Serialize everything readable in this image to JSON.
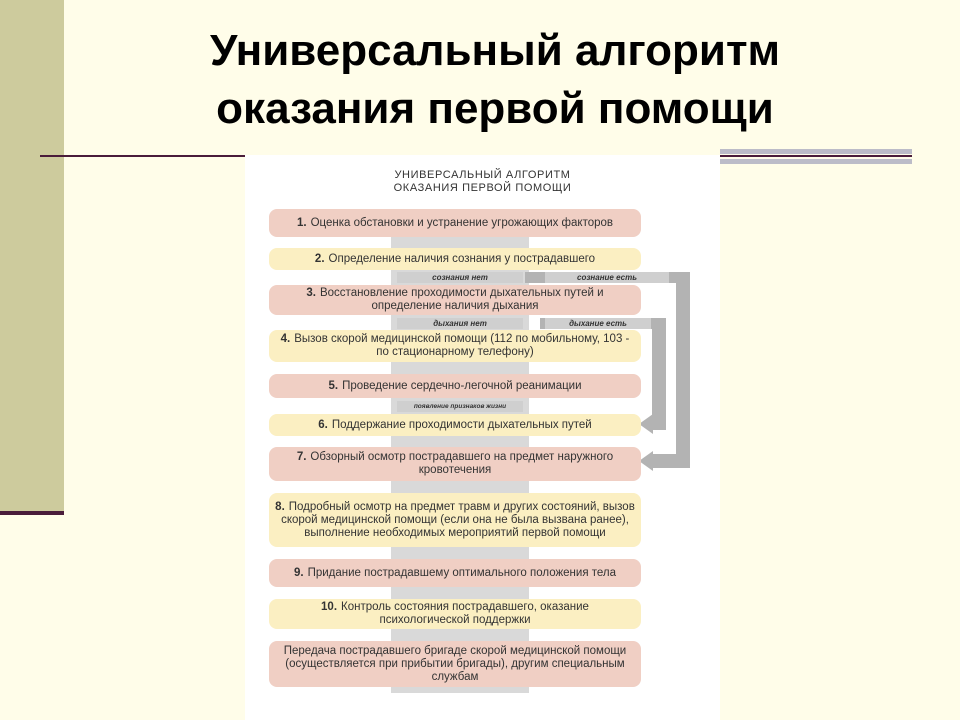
{
  "slide_title": {
    "line1": "Универсальный алгоритм",
    "line2": "оказания первой помощи"
  },
  "diagram": {
    "title_line1": "УНИВЕРСАЛЬНЫЙ АЛГОРИТМ",
    "title_line2": "ОКАЗАНИЯ ПЕРВОЙ ПОМОЩИ",
    "steps": [
      {
        "num": "1.",
        "text": "Оценка обстановки и устранение угрожающих факторов"
      },
      {
        "num": "2.",
        "text": "Определение наличия сознания у пострадавшего"
      },
      {
        "num": "3.",
        "text": "Восстановление проходимости дыхательных путей и определение наличия дыхания"
      },
      {
        "num": "4.",
        "text": "Вызов скорой медицинской помощи (112 по мобильному, 103 - по стационарному телефону)"
      },
      {
        "num": "5.",
        "text": "Проведение сердечно-легочной реанимации"
      },
      {
        "num": "6.",
        "text": "Поддержание проходимости дыхательных путей"
      },
      {
        "num": "7.",
        "text": "Обзорный осмотр пострадавшего на предмет наружного кровотечения"
      },
      {
        "num": "8.",
        "text": "Подробный осмотр на предмет травм и других состояний, вызов скорой медицинской помощи (если она не была вызвана ранее), выполнение необходимых мероприятий первой помощи"
      },
      {
        "num": "9.",
        "text": "Придание пострадавшему оптимального положения тела"
      },
      {
        "num": "10.",
        "text": "Контроль состояния пострадавшего, оказание психологической поддержки"
      },
      {
        "num": "",
        "text": "Передача пострадавшего бригаде скорой медицинской помощи (осуществляется при прибытии бригады), другим специальным службам"
      }
    ],
    "branches": {
      "no_consciousness": "сознания нет",
      "consciousness": "сознание есть",
      "no_breathing": "дыхания нет",
      "breathing": "дыхание есть",
      "signs_of_life": "появление признаков жизни"
    }
  }
}
